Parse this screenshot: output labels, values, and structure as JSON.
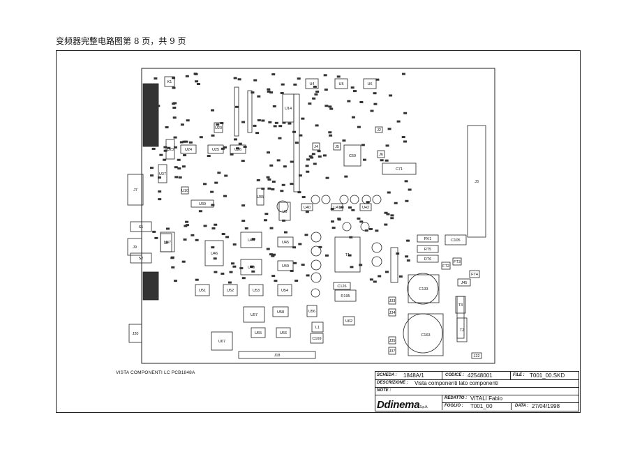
{
  "header": {
    "page_title": "变频器完整电路图第 8 页，共 9 页"
  },
  "caption": "VISTA COMPONENTI LC PCB1848A",
  "board": {
    "chips": [
      "K1",
      "U4",
      "U5",
      "U6",
      "U14",
      "U20",
      "U24",
      "U25",
      "U26",
      "U23",
      "U39",
      "U40",
      "U41",
      "U42",
      "U44",
      "U45",
      "U46",
      "U47",
      "U48",
      "U49",
      "U51",
      "U52",
      "U53",
      "U54",
      "U56",
      "U57",
      "U58",
      "U62",
      "U65",
      "U66",
      "U67",
      "C69",
      "C71",
      "C105",
      "C126",
      "C133",
      "C163",
      "C169",
      "R195",
      "RV1",
      "RT5",
      "RT6",
      "T1",
      "L1",
      "J2",
      "J3",
      "J4",
      "J5",
      "J6",
      "J7",
      "J8",
      "J9",
      "J18",
      "J20",
      "J22",
      "J33",
      "J34",
      "J35",
      "J37",
      "S1",
      "S2",
      "FT2",
      "FT3",
      "FT4",
      "J45",
      "T3",
      "T2",
      "U37",
      "U35",
      "U10",
      "U8"
    ]
  },
  "title_block": {
    "scheda_label": "SCHEDA :",
    "scheda": "1848A/1",
    "codice_label": "CODICE :",
    "codice": "42548001",
    "file_label": "FILE :",
    "file": "T001_00.SKD",
    "descrizione_label": "DESCRIZIONE :",
    "descrizione": "Vista componenti lato componenti",
    "note_label": "NOTE :",
    "redatto_label": "REDATTO :",
    "redatto": "VITALI Fabio",
    "foglio_label": "FOGLIO :",
    "foglio": "T001_00",
    "data_label": "DATA :",
    "data": "27/04/1998",
    "logo": "dinema",
    "logo_suffix": "S.p.A."
  },
  "colors": {
    "ink": "#222222",
    "paper": "#ffffff"
  }
}
